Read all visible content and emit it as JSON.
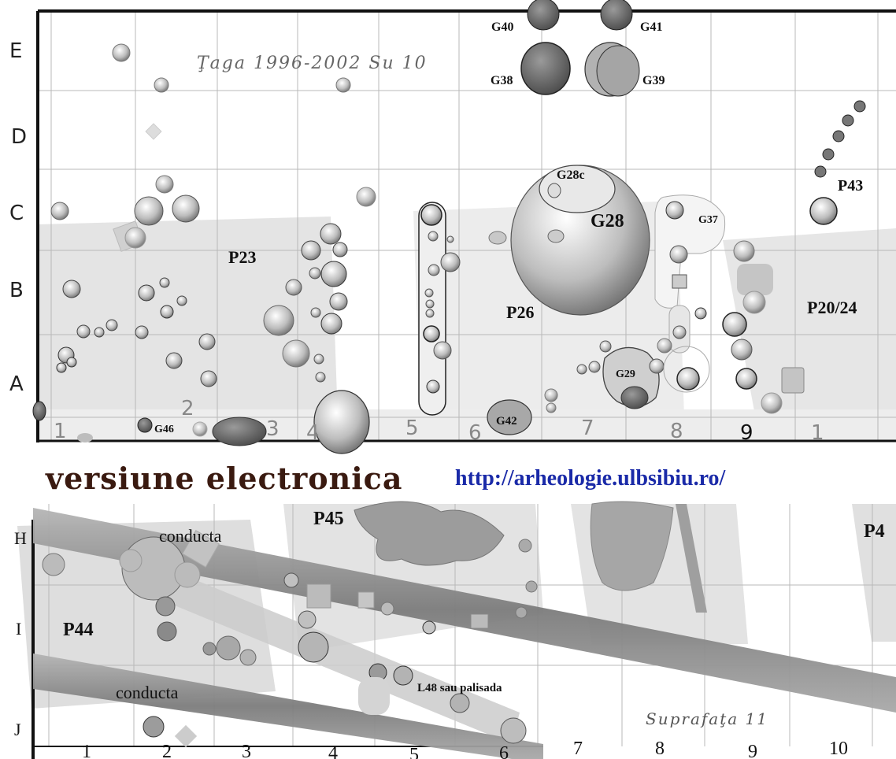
{
  "top_plan": {
    "title": "Ţaga 1996-2002 Su 10",
    "row_labels": [
      "E",
      "D",
      "C",
      "B",
      "A"
    ],
    "col_labels": [
      "1",
      "2",
      "3",
      "4",
      "5",
      "6",
      "7",
      "8",
      "9",
      "1"
    ],
    "features": {
      "p23": "P23",
      "p26": "P26",
      "p20_24": "P20/24",
      "p43": "P43",
      "g28": "G28",
      "g28c": "G28c",
      "g29": "G29",
      "g37": "G37",
      "g38": "G38",
      "g39": "G39",
      "g40": "G40",
      "g41": "G41",
      "g42": "G42",
      "g46": "G46"
    }
  },
  "banner": {
    "text": "versiune electronica",
    "url": "http://arheologie.ulbsibiu.ro/"
  },
  "bottom_plan": {
    "title": "Suprafaţa 11",
    "row_labels": [
      "H",
      "I",
      "J"
    ],
    "col_labels": [
      "1",
      "2",
      "3",
      "4",
      "5",
      "6",
      "7",
      "8",
      "9",
      "10"
    ],
    "features": {
      "p44": "P44",
      "p45": "P45",
      "p47": "P4",
      "conducta_upper": "conducta",
      "conducta_lower": "conducta",
      "l48": "L48 sau palisada"
    }
  },
  "colors": {
    "pit_fill": "#e2e2e2",
    "pipe": "#8f8f8f",
    "banner_text": "#3a1a10",
    "url_text": "#1a2aa8"
  }
}
